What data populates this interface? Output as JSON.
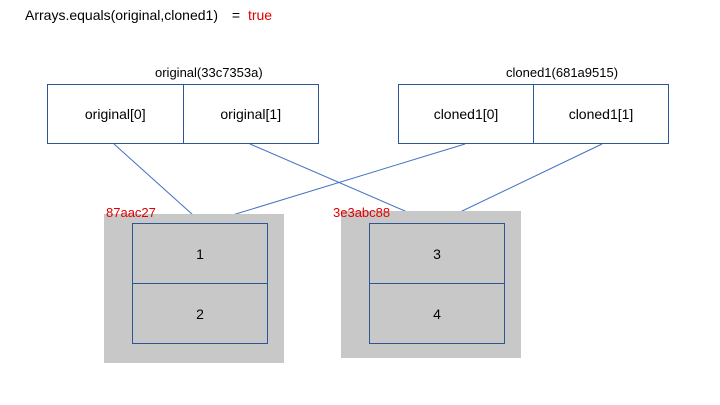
{
  "heading": {
    "expression": "Arrays.equals(original,cloned1)",
    "equals_sign": "=",
    "result": "true"
  },
  "original": {
    "title": "original(33c7353a)",
    "cells": [
      "original[0]",
      "original[1]"
    ]
  },
  "cloned1": {
    "title": "cloned1(681a9515)",
    "cells": [
      "cloned1[0]",
      "cloned1[1]"
    ]
  },
  "heap_left": {
    "address": "87aac27",
    "values": [
      "1",
      "2"
    ]
  },
  "heap_right": {
    "address": "3e3abc88",
    "values": [
      "3",
      "4"
    ]
  },
  "colors": {
    "border": "#2f5597",
    "arrow": "#4472c4",
    "heap_background": "#c8c8c8",
    "highlight": "#e00000"
  }
}
